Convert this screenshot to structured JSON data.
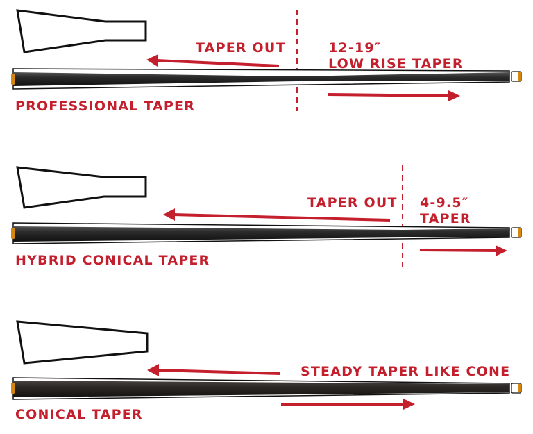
{
  "colors": {
    "accent_red": "#c41f2d",
    "shaft_dark": "#2a2a2a",
    "tip_orange": "#d4860f",
    "outline": "#111111"
  },
  "sections": [
    {
      "name": "PROFESSIONAL TAPER",
      "left_label": "TAPER OUT",
      "right_label_line1": "12-19″",
      "right_label_line2": "LOW RISE TAPER"
    },
    {
      "name": "HYBRID CONICAL TAPER",
      "left_label": "TAPER OUT",
      "right_label_line1": "4-9.5″",
      "right_label_line2": "TAPER"
    },
    {
      "name": "CONICAL TAPER",
      "left_label": "STEADY TAPER LIKE CONE"
    }
  ]
}
